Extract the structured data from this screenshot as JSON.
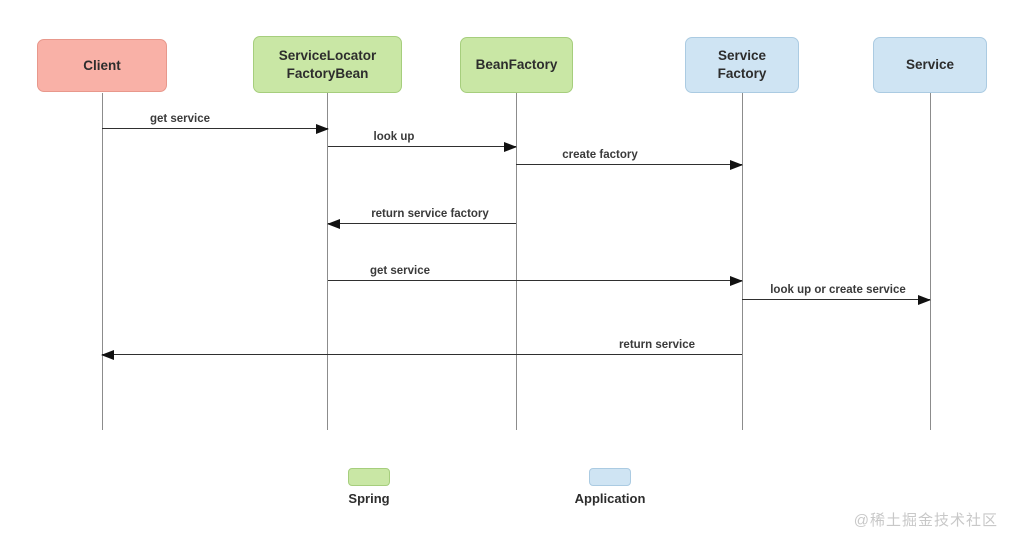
{
  "diagram": {
    "actors": [
      {
        "label": "Client",
        "fill": "#f9b1a7",
        "border": "#e8988c",
        "category": "client"
      },
      {
        "label": "ServiceLocator FactoryBean",
        "fill": "#c9e7a5",
        "border": "#a6ce7d",
        "category": "spring"
      },
      {
        "label": "BeanFactory",
        "fill": "#c9e7a5",
        "border": "#a6ce7d",
        "category": "spring"
      },
      {
        "label": "Service Factory",
        "fill": "#cfe4f3",
        "border": "#abcbe2",
        "category": "application"
      },
      {
        "label": "Service",
        "fill": "#cfe4f3",
        "border": "#abcbe2",
        "category": "application"
      }
    ],
    "messages": [
      {
        "label": "get service",
        "from": "Client",
        "to": "ServiceLocator FactoryBean",
        "direction": "right"
      },
      {
        "label": "look up",
        "from": "ServiceLocator FactoryBean",
        "to": "BeanFactory",
        "direction": "right"
      },
      {
        "label": "create factory",
        "from": "BeanFactory",
        "to": "Service Factory",
        "direction": "right"
      },
      {
        "label": "return service factory",
        "from": "BeanFactory",
        "to": "ServiceLocator FactoryBean",
        "direction": "left"
      },
      {
        "label": "get service",
        "from": "ServiceLocator FactoryBean",
        "to": "Service Factory",
        "direction": "right"
      },
      {
        "label": "look up or create service",
        "from": "Service Factory",
        "to": "Service",
        "direction": "right"
      },
      {
        "label": "return service",
        "from": "Service Factory",
        "to": "Client",
        "direction": "left"
      }
    ],
    "legend": [
      {
        "label": "Spring",
        "color": "#c9e7a5"
      },
      {
        "label": "Application",
        "color": "#cfe4f3"
      }
    ]
  },
  "watermark": "@稀土掘金技术社区"
}
